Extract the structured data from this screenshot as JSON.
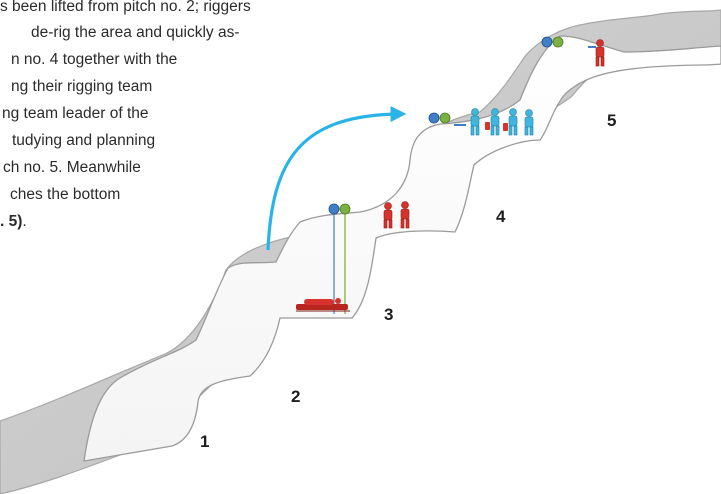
{
  "text_block": {
    "lines": [
      "s been lifted from pitch no. 2; riggers",
      "de-rig the area and quickly as-",
      "n no. 4 together with the",
      "ng  their  rigging  team",
      "ng team leader of the",
      "tudying and planning",
      "ch no. 5. Meanwhile",
      "ches the bottom"
    ],
    "last_line_bold": ". 5)",
    "last_line_tail": "."
  },
  "pitch_labels": [
    "1",
    "2",
    "3",
    "4",
    "5"
  ],
  "colors": {
    "rock": "#c9c9c9",
    "rock_edge": "#a7a7a7",
    "arrow": "#29b3e6",
    "rescuer_red": "#d8322c",
    "team_blue": "#3fb6dd",
    "stretcher": "#b8271f",
    "rope_blue": "#5b8fc6",
    "rope_green": "#8cb64a"
  },
  "icons": [
    "curved-arrow-icon",
    "rope-anchor-icon",
    "rescuer-figure-icon",
    "stretcher-icon"
  ]
}
